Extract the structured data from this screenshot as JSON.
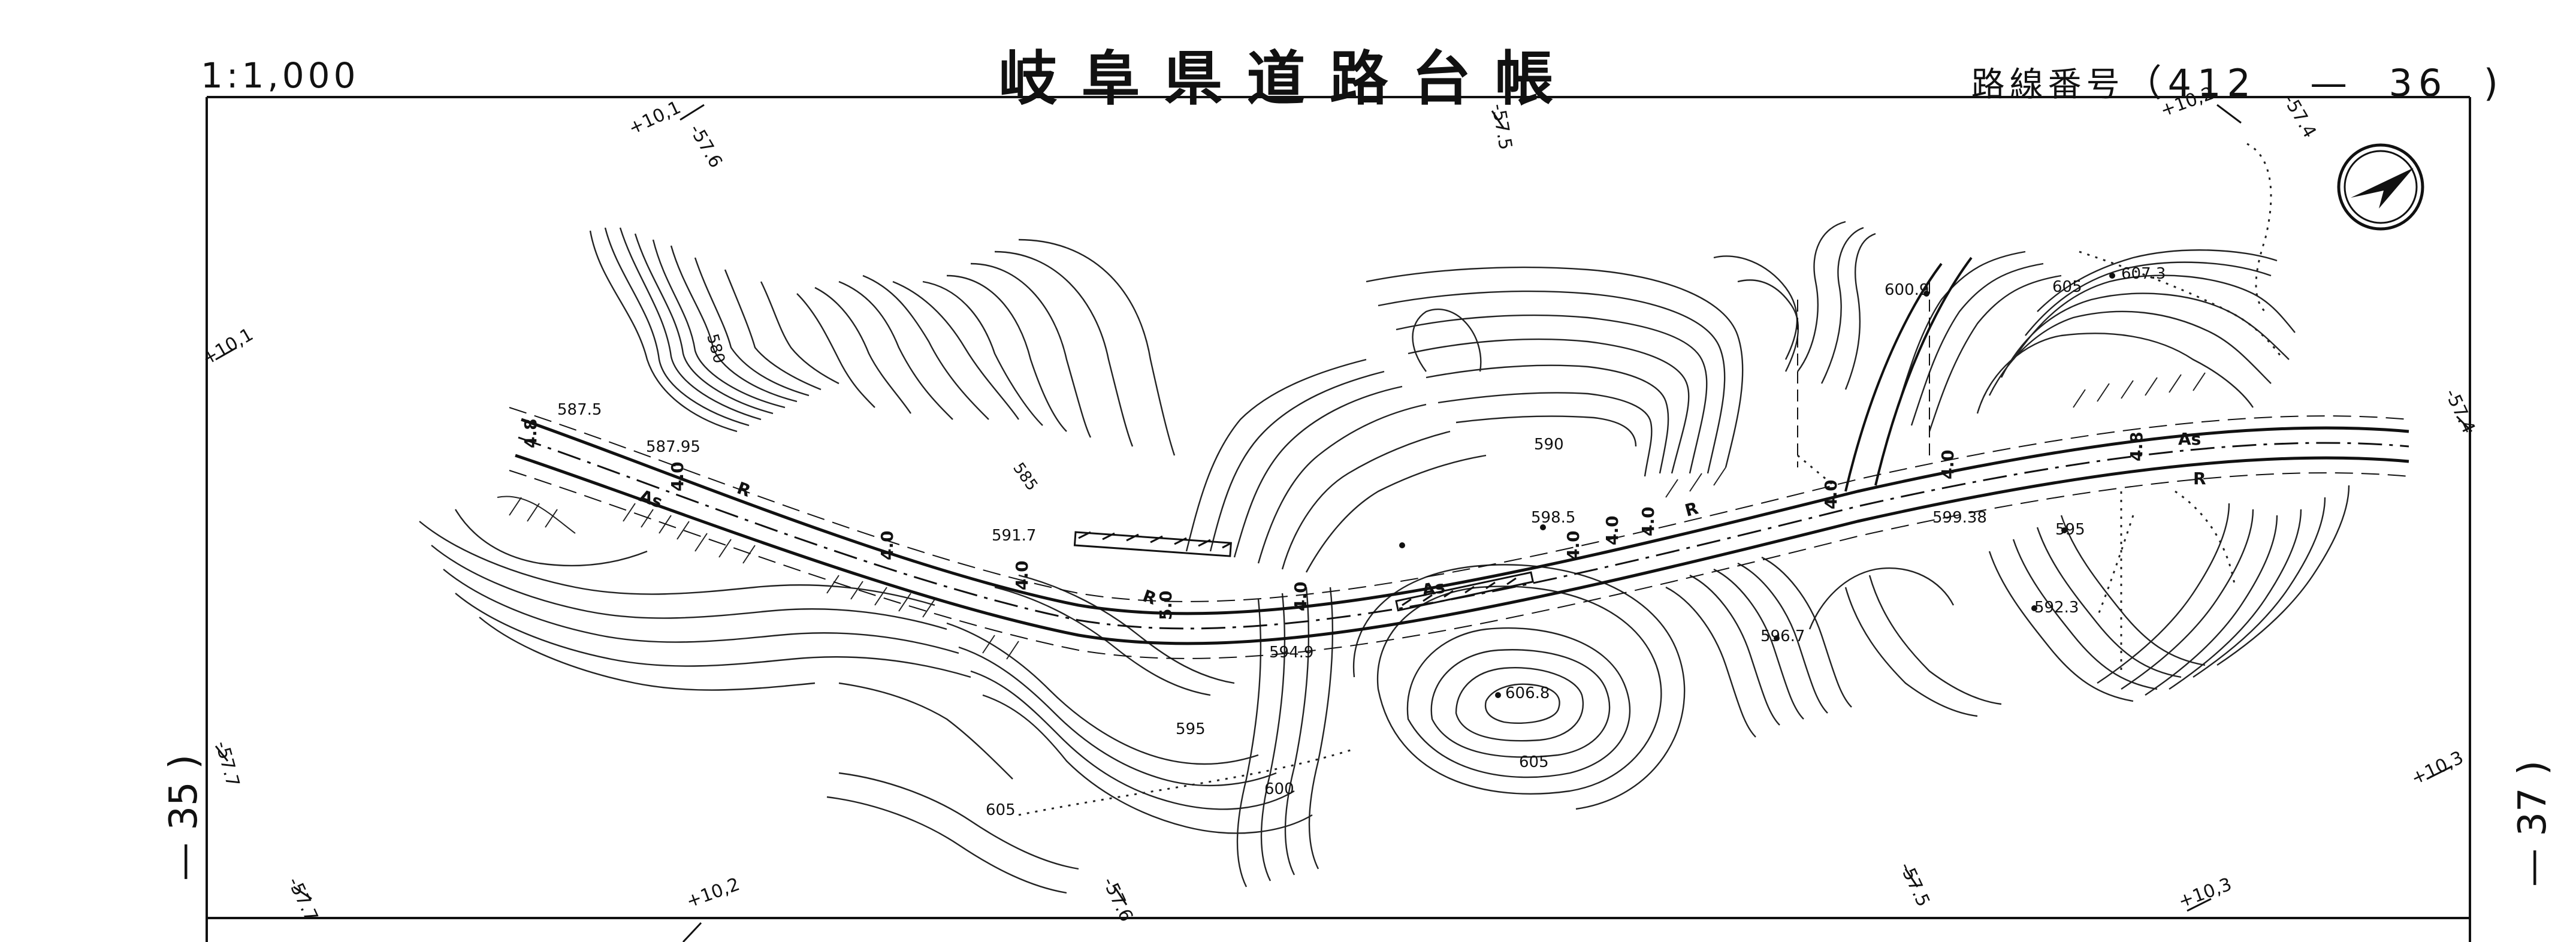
{
  "sheet": {
    "scale": "1:1,000",
    "title": "岐阜県道路台帳",
    "route_label": "路線番号",
    "route_number": "412",
    "route_dash": "—",
    "route_sheet": "36",
    "left_adjacent": "— 35 )",
    "right_adjacent": "— 37 )"
  },
  "grid_labels": {
    "top_1": "+10,1",
    "top_2": "-57.6",
    "top_3": "-57.5",
    "top_4": "+10,2",
    "top_5": "-57.4",
    "left_1": "+10,1",
    "left_2": "-57.7",
    "right_1": "-57.4",
    "right_2": "+10,3",
    "bottom_1": "-57.7",
    "bottom_2": "+10,2",
    "bottom_3": "-57.6",
    "bottom_4": "-57.5",
    "bottom_5": "+10,3"
  },
  "elevations": {
    "e1": "580",
    "e2": "587.5",
    "e3": "587.95",
    "e4": "585",
    "e5": "591.7",
    "e6": "590",
    "e7": "600.9",
    "e8": "605",
    "e9": "607.3",
    "e10": "598.5",
    "e11": "599.38",
    "e12": "595",
    "e13": "592.3",
    "e14": "596.7",
    "e15": "594.9",
    "e16": "606.8",
    "e17": "605",
    "e18": "595",
    "e19": "600",
    "e20": "605"
  },
  "road_labels": {
    "w1": "4.8",
    "w2": "4.0",
    "w3": "4.0",
    "w4": "4.0",
    "w5": "5.0",
    "w6": "4.0",
    "w7": "4.0",
    "w8": "4.0",
    "w9": "4.0",
    "w10": "4.0",
    "w11": "4.0",
    "w12": "4.8",
    "as1": "As",
    "as2": "As",
    "as3": "As",
    "r1": "R",
    "r2": "R",
    "r3": "R",
    "r4": "R"
  },
  "icons": {
    "north": "north-arrow-icon"
  }
}
